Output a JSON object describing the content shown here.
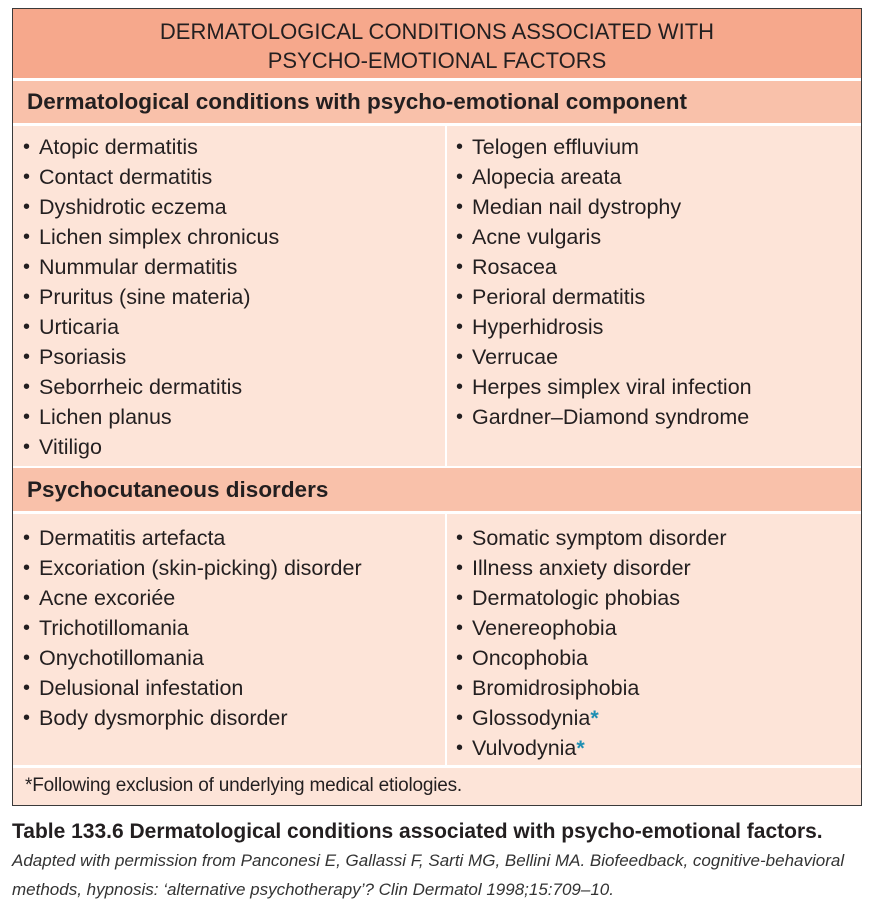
{
  "table": {
    "title_line1": "DERMATOLOGICAL CONDITIONS ASSOCIATED WITH",
    "title_line2": "PSYCHO-EMOTIONAL FACTORS",
    "section1": {
      "heading": "Dermatological conditions with psycho-emotional component",
      "left": [
        "Atopic dermatitis",
        "Contact dermatitis",
        "Dyshidrotic eczema",
        "Lichen simplex chronicus",
        "Nummular dermatitis",
        "Pruritus (sine materia)",
        "Urticaria",
        "Psoriasis",
        "Seborrheic dermatitis",
        "Lichen planus",
        "Vitiligo"
      ],
      "right": [
        "Telogen effluvium",
        "Alopecia areata",
        "Median nail dystrophy",
        "Acne vulgaris",
        "Rosacea",
        "Perioral dermatitis",
        "Hyperhidrosis",
        "Verrucae",
        "Herpes simplex viral infection",
        "Gardner–Diamond syndrome"
      ]
    },
    "section2": {
      "heading": "Psychocutaneous disorders",
      "left": [
        "Dermatitis artefacta",
        "Excoriation (skin-picking) disorder",
        "Acne excoriée",
        "Trichotillomania",
        "Onychotillomania",
        "Delusional infestation",
        "Body dysmorphic disorder"
      ],
      "right": [
        "Somatic symptom disorder",
        "Illness anxiety disorder",
        "Dermatologic phobias",
        "Venereophobia",
        "Oncophobia",
        "Bromidrosiphobia",
        "Glossodynia",
        "Vulvodynia"
      ],
      "right_star_marker": "*"
    },
    "footnote_marker": "*",
    "footnote": "Following exclusion of underlying medical etiologies."
  },
  "caption": {
    "label": "Table 133.6 Dermatological conditions associated with psycho-emotional factors.",
    "source": "Adapted with permission from Panconesi E, Gallassi F, Sarti MG, Bellini MA. Biofeedback, cognitive-behavioral methods, hypnosis: ‘alternative psychotherapy’? Clin Dermatol 1998;15:709–10."
  },
  "colors": {
    "title_band": "#f6a88c",
    "section_band": "#f9c1aa",
    "body": "#fde4d8",
    "star": "#1f8fb3"
  }
}
